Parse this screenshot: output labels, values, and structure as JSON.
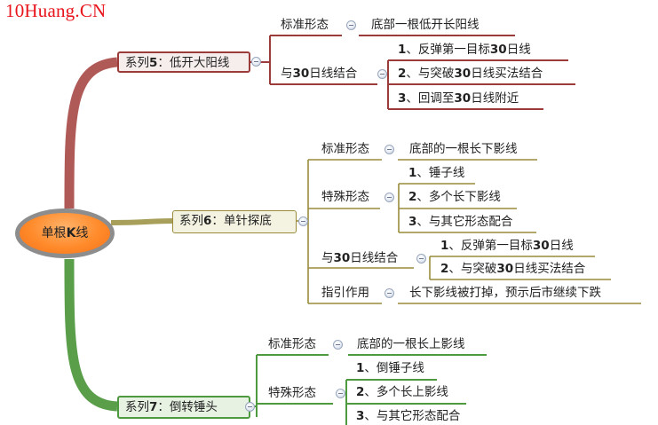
{
  "watermark": "10Huang.CN",
  "root": "单根K线",
  "series5": {
    "title": "系列5：低开大阳线",
    "standard_label": "标准形态",
    "standard_value": "底部一根低开长阳线",
    "combine_label": "与30日线结合",
    "combine_items": [
      "1、反弹第一目标30日线",
      "2、与突破30日线买法结合",
      "3、回调至30日线附近"
    ]
  },
  "series6": {
    "title": "系列6：单针探底",
    "standard_label": "标准形态",
    "standard_value": "底部的一根长下影线",
    "special_label": "特殊形态",
    "special_items": [
      "1、锤子线",
      "2、多个长下影线",
      "3、与其它形态配合"
    ],
    "combine_label": "与30日线结合",
    "combine_items": [
      "1、反弹第一目标30日线",
      "2、与突破30日线买法结合"
    ],
    "guide_label": "指引作用",
    "guide_value": "长下影线被打掉，预示后市继续下跌"
  },
  "series7": {
    "title": "系列7：倒转锤头",
    "standard_label": "标准形态",
    "standard_value": "底部的一根长上影线",
    "special_label": "特殊形态",
    "special_items": [
      "1、倒锤子线",
      "2、多个长上影线",
      "3、与其它形态配合"
    ]
  },
  "colors": {
    "branch5": "#b05a58",
    "branch6": "#a8a05a",
    "branch7": "#5a9e4a",
    "sub5": "#9b3c3a",
    "sub6": "#9a8c3a",
    "sub7": "#4e9a3e",
    "box5_fill": "#f6eded",
    "box6_fill": "#f4f3e2",
    "box7_fill": "#e8f2e3",
    "watermark": "#e8141b",
    "root_fill": "#ff8a2a"
  }
}
